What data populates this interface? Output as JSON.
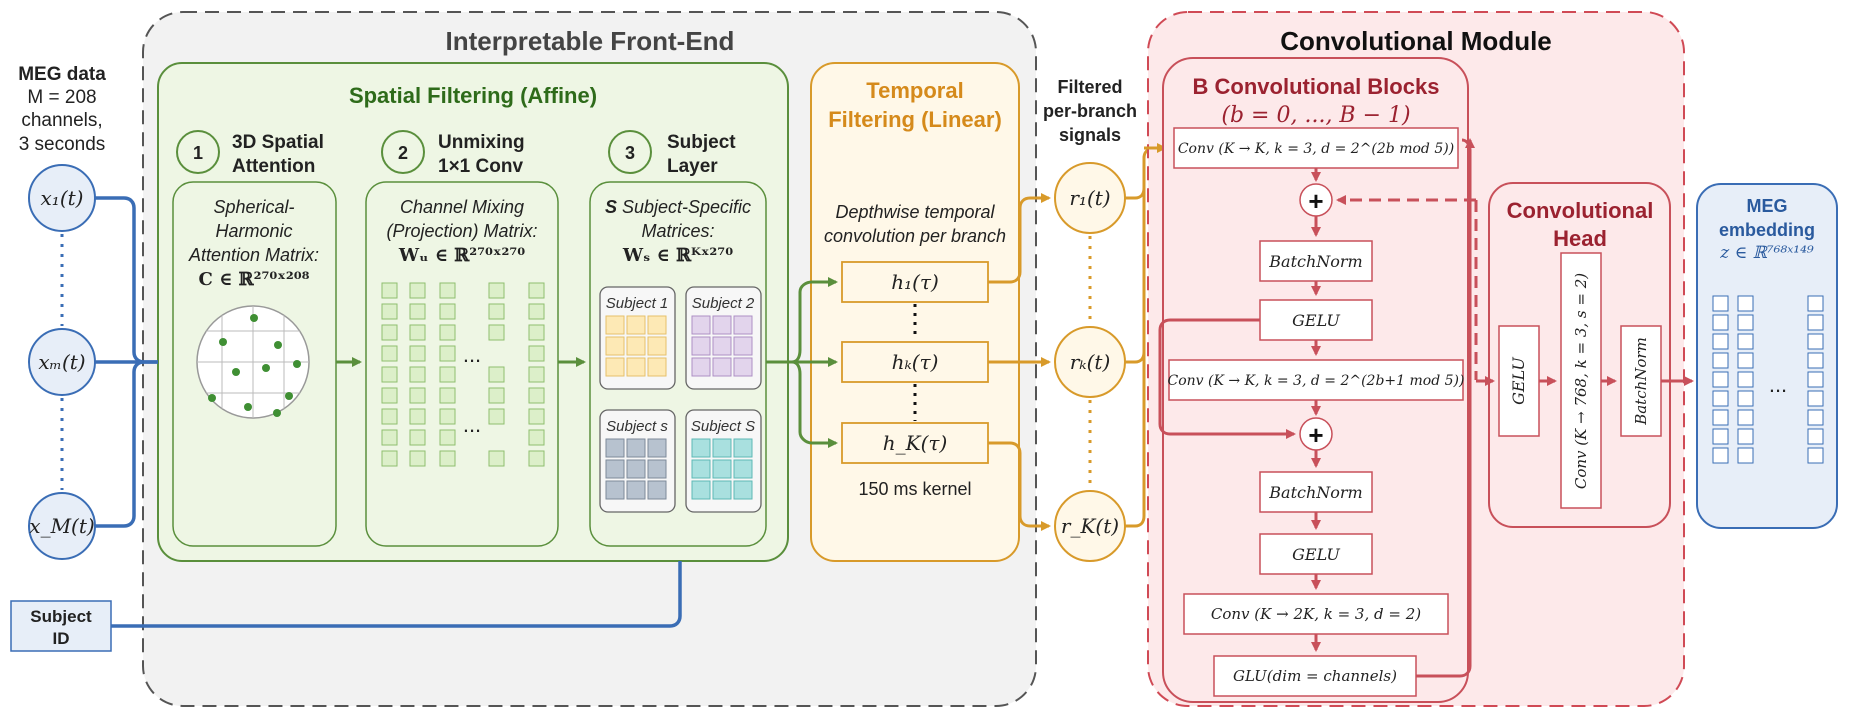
{
  "colors": {
    "green": "#5a8f3c",
    "green_dark": "#2e6b1a",
    "green_fill": "#eef6e4",
    "blue": "#3a6db5",
    "blue_fill": "#e7eef8",
    "orange": "#d89a2a",
    "orange_text": "#d58a1b",
    "orange_fill": "#fff8e8",
    "red": "#c8505a",
    "red_text": "#9b2230",
    "red_fill": "#fde9ea",
    "gray_fill": "#f2f2f2",
    "gray_border": "#555555"
  },
  "input": {
    "title": "MEG data",
    "lines": [
      "M = 208",
      "channels,",
      "3 seconds"
    ],
    "signals": [
      "x₁(t)",
      "xₘ(t)",
      "x_M(t)"
    ]
  },
  "subject_id": {
    "line1": "Subject",
    "line2": "ID"
  },
  "front_end": {
    "title": "Interpretable Front-End"
  },
  "spatial": {
    "title": "Spatial Filtering (Affine)",
    "step1": {
      "num": "1",
      "title1": "3D Spatial",
      "title2": "Attention",
      "desc": [
        "Spherical-",
        "Harmonic",
        "Attention Matrix:"
      ],
      "math": "C ∈ ℝ²⁷⁰ˣ²⁰⁸"
    },
    "step2": {
      "num": "2",
      "title1": "Unmixing",
      "title2": "1×1 Conv",
      "desc": [
        "Channel Mixing",
        "(Projection) Matrix:"
      ],
      "math": "Wᵤ ∈ ℝ²⁷⁰ˣ²⁷⁰",
      "ellipsis": "..."
    },
    "step3": {
      "num": "3",
      "title1": "Subject",
      "title2": "Layer",
      "desc_bold": "S",
      "desc": [
        " Subject-Specific",
        "Matrices:"
      ],
      "math": "Wₛ ∈ ℝᴷˣ²⁷⁰",
      "subjects": [
        "Subject 1",
        "Subject 2",
        "Subject s",
        "Subject S"
      ]
    }
  },
  "temporal": {
    "title1": "Temporal",
    "title2": "Filtering (Linear)",
    "desc": [
      "Depthwise temporal",
      "convolution per branch"
    ],
    "filters": [
      "h₁(τ)",
      "hₖ(τ)",
      "h_K(τ)"
    ],
    "kernel": "150 ms kernel"
  },
  "filtered": {
    "title": [
      "Filtered",
      "per-branch",
      "signals"
    ],
    "signals": [
      "r₁(t)",
      "rₖ(t)",
      "r_K(t)"
    ]
  },
  "conv_module": {
    "title": "Convolutional Module",
    "blocks_title": "B Convolutional Blocks",
    "blocks_sub": "(b = 0, ..., B − 1)",
    "conv1": "Conv (K → K, k = 3, d = 2^(2b mod 5))",
    "bn": "BatchNorm",
    "gelu": "GELU",
    "conv2": "Conv (K → K, k = 3, d = 2^(2b+1 mod 5))",
    "conv3": "Conv (K → 2K, k = 3, d = 2)",
    "glu": "GLU(dim = channels)",
    "plus": "+"
  },
  "head": {
    "title1": "Convolutional",
    "title2": "Head",
    "gelu": "GELU",
    "conv": "Conv (K → 768, k = 3, s = 2)",
    "bn": "BatchNorm"
  },
  "output": {
    "title1": "MEG",
    "title2": "embedding",
    "math": "z ∈ ℝ⁷⁶⁸ˣ¹⁴⁹",
    "ellipsis": "..."
  }
}
